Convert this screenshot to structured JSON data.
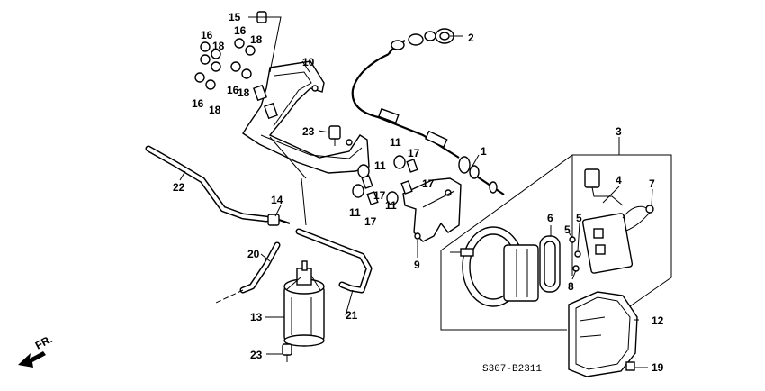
{
  "diagram_code": "S307-B2311",
  "direction_label": "FR.",
  "callouts": [
    {
      "id": "c1",
      "text": "1"
    },
    {
      "id": "c2",
      "text": "2"
    },
    {
      "id": "c3",
      "text": "3"
    },
    {
      "id": "c4",
      "text": "4"
    },
    {
      "id": "c5a",
      "text": "5"
    },
    {
      "id": "c5b",
      "text": "5"
    },
    {
      "id": "c6",
      "text": "6"
    },
    {
      "id": "c7",
      "text": "7"
    },
    {
      "id": "c8",
      "text": "8"
    },
    {
      "id": "c9",
      "text": "9"
    },
    {
      "id": "c10",
      "text": "10"
    },
    {
      "id": "c11a",
      "text": "11"
    },
    {
      "id": "c11b",
      "text": "11"
    },
    {
      "id": "c11c",
      "text": "11"
    },
    {
      "id": "c11d",
      "text": "11"
    },
    {
      "id": "c12",
      "text": "12"
    },
    {
      "id": "c13",
      "text": "13"
    },
    {
      "id": "c14",
      "text": "14"
    },
    {
      "id": "c15",
      "text": "15"
    },
    {
      "id": "c16a",
      "text": "16"
    },
    {
      "id": "c16b",
      "text": "16"
    },
    {
      "id": "c16c",
      "text": "16"
    },
    {
      "id": "c16d",
      "text": "16"
    },
    {
      "id": "c17a",
      "text": "17"
    },
    {
      "id": "c17b",
      "text": "17"
    },
    {
      "id": "c17c",
      "text": "17"
    },
    {
      "id": "c17d",
      "text": "17"
    },
    {
      "id": "c18a",
      "text": "18"
    },
    {
      "id": "c18b",
      "text": "18"
    },
    {
      "id": "c18c",
      "text": "18"
    },
    {
      "id": "c18d",
      "text": "18"
    },
    {
      "id": "c19",
      "text": "19"
    },
    {
      "id": "c20",
      "text": "20"
    },
    {
      "id": "c21",
      "text": "21"
    },
    {
      "id": "c22",
      "text": "22"
    },
    {
      "id": "c23a",
      "text": "23"
    },
    {
      "id": "c23b",
      "text": "23"
    }
  ]
}
